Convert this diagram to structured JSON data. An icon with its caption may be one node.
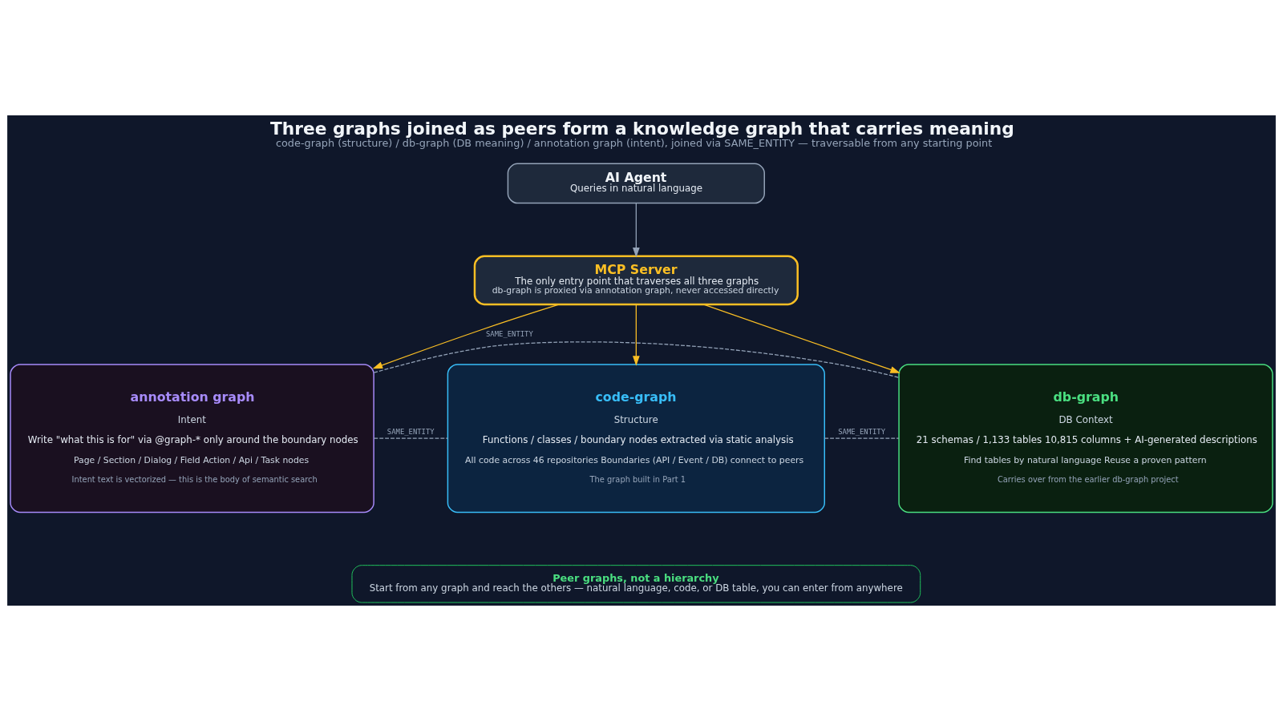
{
  "diagram": {
    "title": "Three graphs joined as peers form a knowledge graph that carries meaning",
    "caption": "code-graph (structure) / db-graph (DB meaning) / annotation graph (intent), joined via SAME_ENTITY — traversable from any starting point",
    "nodes": [
      {
        "text": [
          "AI Agent",
          "Queries in natural language"
        ]
      },
      {
        "text": [
          "MCP Server",
          "The only entry point that traverses all three graphs",
          "db-graph is proxied via annotation graph, never accessed directly"
        ]
      },
      {
        "text": [
          "annotation graph",
          "Intent",
          "Write \"what this is for\" via @graph-* only around the boundary nodes",
          "Page / Section / Dialog / Field Action / Api / Task nodes",
          "Intent text is vectorized — this is the body of semantic search"
        ]
      },
      {
        "text": [
          "code-graph",
          "Structure",
          "Functions / classes / boundary nodes extracted via static analysis",
          "All code across 46 repositories Boundaries (API / Event / DB) connect to peers",
          "The graph built in Part 1"
        ]
      },
      {
        "text": [
          "db-graph",
          "DB Context",
          "21 schemas / 1,133 tables 10,815 columns + AI-generated descriptions",
          "Find tables by natural language Reuse a proven pattern",
          "Carries over from the earlier db-graph project"
        ]
      },
      {
        "text": [
          "Peer graphs, not a hierarchy",
          "Start from any graph and reach the others — natural language, code, or DB table, you can enter from anywhere"
        ]
      }
    ],
    "edges": [
      {
        "from": 0,
        "to": 1,
        "arrow": "to"
      },
      {
        "from": 1,
        "to": 2,
        "arrow": "to",
        "color": "#fbbf24"
      },
      {
        "from": 1,
        "to": 3,
        "arrow": "to",
        "color": "#fbbf24"
      },
      {
        "from": 1,
        "to": 4,
        "arrow": "to",
        "color": "#fbbf24"
      },
      {
        "from": 2,
        "to": 3,
        "arrow": "none",
        "style": "dashed",
        "label": "SAME_ENTITY"
      },
      {
        "from": 3,
        "to": 4,
        "arrow": "none",
        "style": "dashed",
        "label": "SAME_ENTITY"
      },
      {
        "from": 2,
        "to": 4,
        "arrow": "none",
        "style": "dashed",
        "label": "SAME_ENTITY"
      }
    ]
  }
}
